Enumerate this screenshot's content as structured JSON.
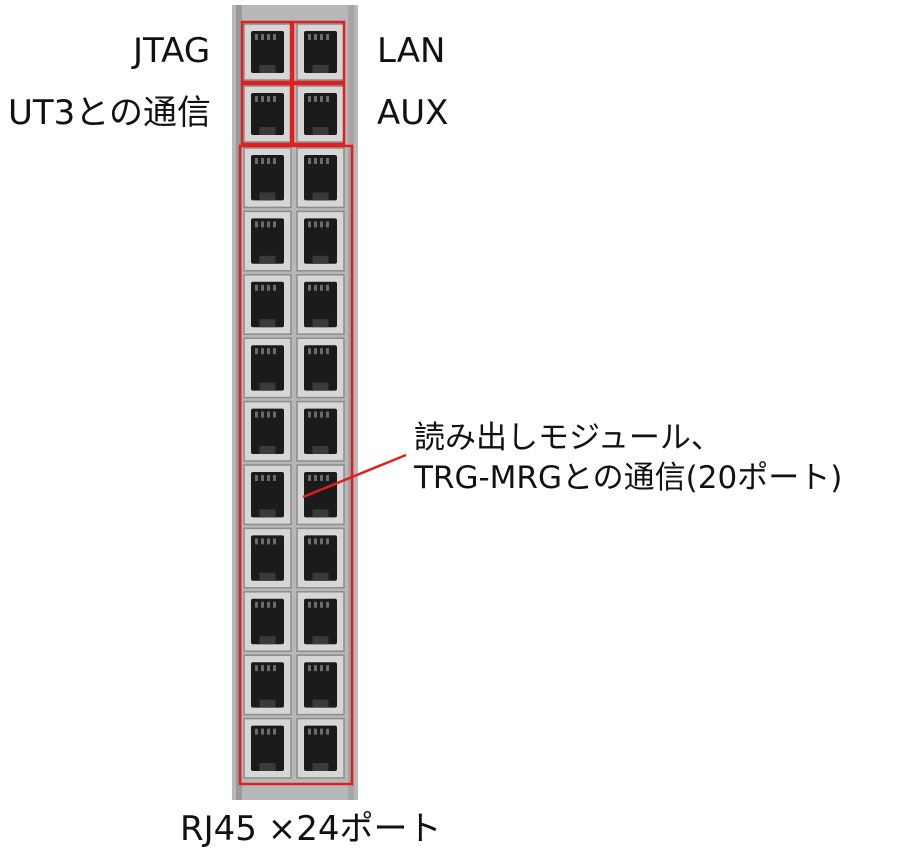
{
  "labels": {
    "jtag": "JTAG",
    "lan": "LAN",
    "ut3": "UT3との通信",
    "aux": "AUX"
  },
  "annotation": {
    "line1": "読み出しモジュール、",
    "line2": "TRG-MRGとの通信(20ポート)"
  },
  "caption": "RJ45 ×24ポート",
  "colors": {
    "highlight": "#e02020",
    "panel": "#b8b8b8",
    "port_cage": "#d6d6d6",
    "port_hole": "#1b1b1b"
  },
  "ports": {
    "rows": 12,
    "cols": 2,
    "total": 24
  }
}
